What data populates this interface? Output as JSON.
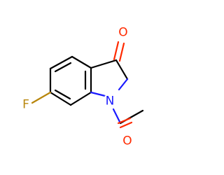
{
  "colors": {
    "oxygen": "#ff2a00",
    "nitrogen": "#1a1aff",
    "fluorine": "#b8860b",
    "carbon": "#000000",
    "background": "#ffffff"
  },
  "atoms": {
    "ketone_oxygen": "O",
    "ring_nitrogen": "N",
    "fluorine": "F",
    "acetyl_oxygen": "O"
  }
}
